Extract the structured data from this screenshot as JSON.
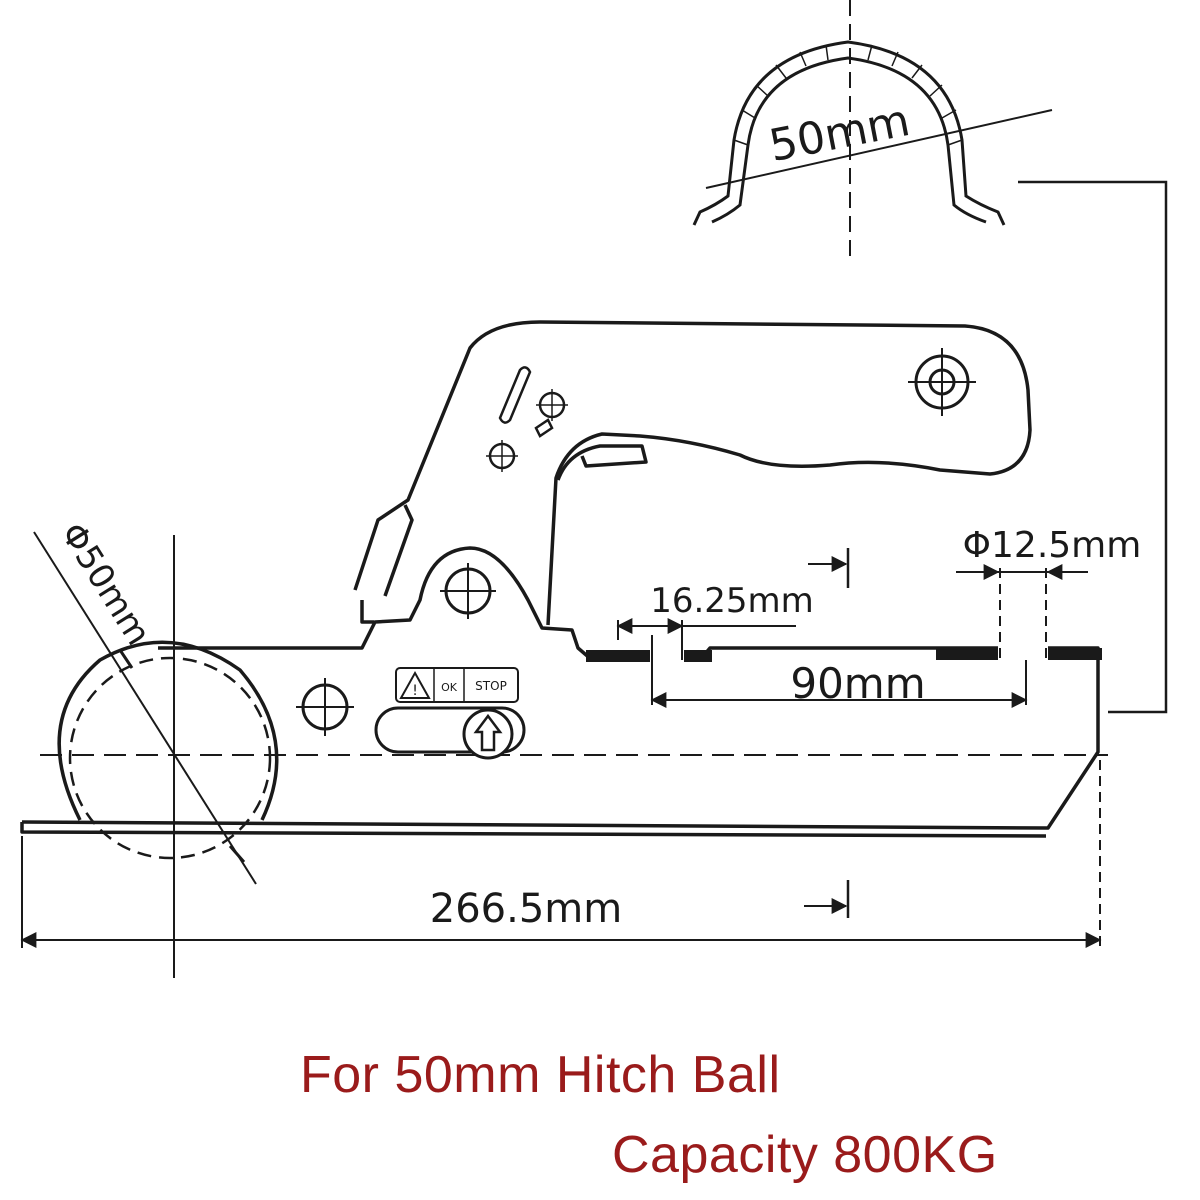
{
  "diagram": {
    "dimensions": {
      "saddle_width": "50mm",
      "ball_diameter": "Φ50mm",
      "hole_diameter": "Φ12.5mm",
      "hole_offset": "16.25mm",
      "hole_spacing": "90mm",
      "overall_length": "266.5mm"
    },
    "warning_label": {
      "ok_text": "OK",
      "stop_text": "STOP"
    }
  },
  "caption": {
    "line1": "For 50mm Hitch Ball",
    "line2": "Capacity 800KG"
  },
  "colors": {
    "line": "#1a1a1a",
    "caption": "#9a1b1b"
  }
}
